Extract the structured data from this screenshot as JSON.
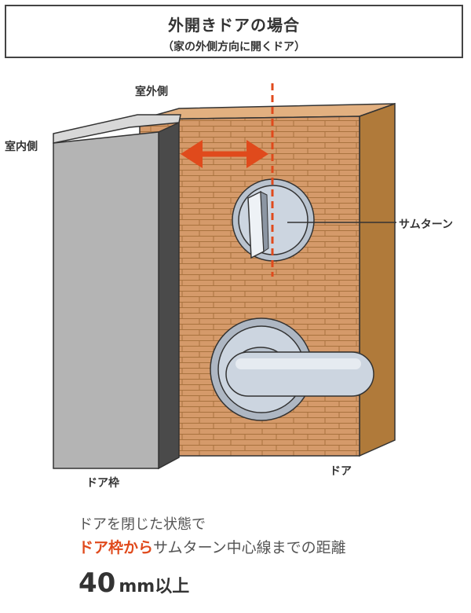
{
  "title": {
    "main": "外開きドアの場合",
    "sub": "（家の外側方向に開くドア）"
  },
  "labels": {
    "outside": "室外側",
    "inside": "室内側",
    "thumbturn": "サムターン",
    "frame": "ドア枠",
    "door": "ドア"
  },
  "caption": {
    "line1": "ドアを閉じた状態で",
    "line2_highlight": "ドア枠から",
    "line2_rest": "サムターン中心線までの距離",
    "value": "40",
    "unit": "mm",
    "suffix": "以上"
  },
  "colors": {
    "accent": "#e04a1c",
    "door_face": "#d59a6a",
    "door_side": "#b07a3a",
    "frame_face": "#b4b4b4",
    "frame_side": "#4a4a4a",
    "metal": "#c9d2de"
  }
}
